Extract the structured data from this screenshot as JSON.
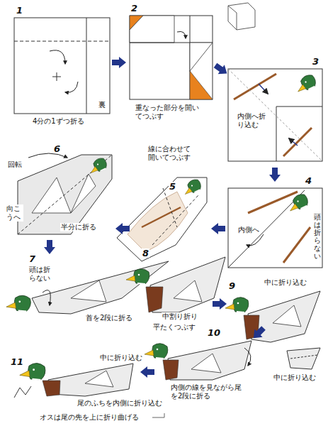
{
  "diagram": {
    "labels": [
      "1",
      "4分の1ずつ折る",
      "裏",
      "2",
      "重なった部分を開いてつぶす",
      "3",
      "内側へ折り込む",
      "4",
      "頭は折らない",
      "内側へ",
      "5",
      "線に合わせて開いてつぶす",
      "6",
      "回転",
      "向こうへ",
      "半分に折る",
      "7",
      "頭は折らない",
      "首を2段に折る",
      "8",
      "中割り折り",
      "9",
      "中に折り込む",
      "中に折り込む",
      "10",
      "平たくつぶす",
      "内側の線を見ながら尾を2段に折る",
      "11",
      "中に折り込む",
      "尾のふちを内側に折り込む",
      "オスは尾の先を上に折り曲げる"
    ]
  }
}
